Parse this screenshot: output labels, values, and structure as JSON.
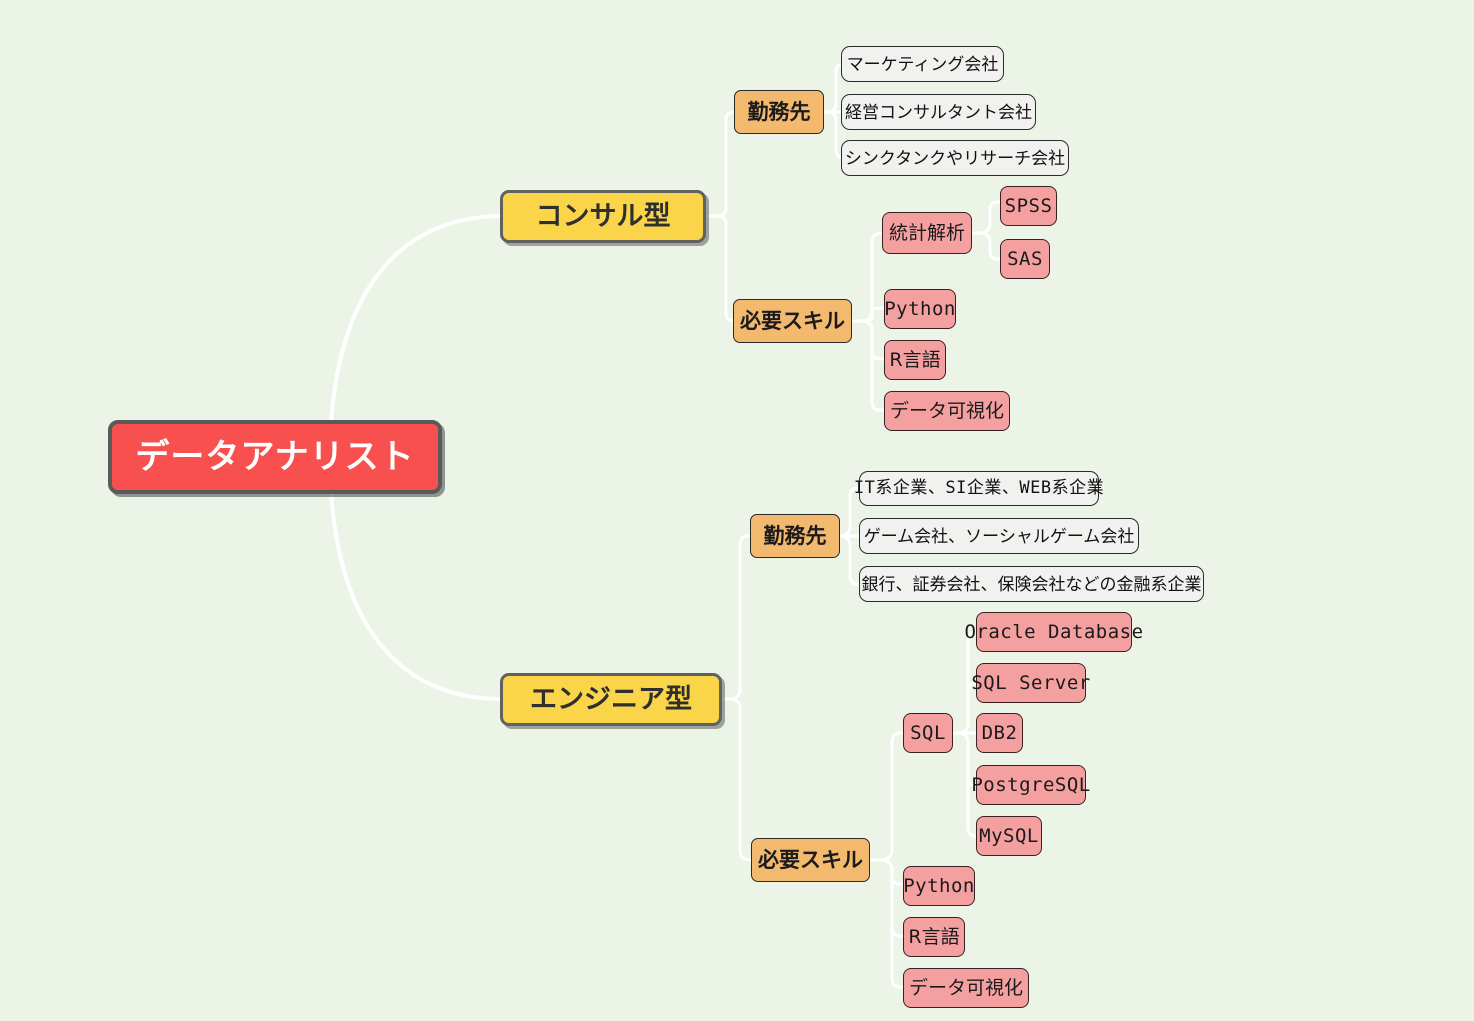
{
  "diagram": {
    "title": "データアナリスト",
    "background_color": "#ebf4e7",
    "root": {
      "label": "データアナリスト",
      "color": "#f8504e",
      "text_color": "#ffffff",
      "border_color": "#5a5a5a"
    },
    "connector_color": "#ffffff",
    "branches": [
      {
        "label": "コンサル型",
        "color": "#fad549",
        "categories": [
          {
            "label": "勤務先",
            "color": "#f3b96f",
            "items": [
              {
                "label": "マーケティング会社",
                "style": "plain"
              },
              {
                "label": "経営コンサルタント会社",
                "style": "plain"
              },
              {
                "label": "シンクタンクやリサーチ会社",
                "style": "plain"
              }
            ]
          },
          {
            "label": "必要スキル",
            "color": "#f3b96f",
            "items": [
              {
                "label": "統計解析",
                "style": "skill",
                "children": [
                  {
                    "label": "SPSS",
                    "style": "skill"
                  },
                  {
                    "label": "SAS",
                    "style": "skill"
                  }
                ]
              },
              {
                "label": "Python",
                "style": "skill"
              },
              {
                "label": "R言語",
                "style": "skill"
              },
              {
                "label": "データ可視化",
                "style": "skill"
              }
            ]
          }
        ]
      },
      {
        "label": "エンジニア型",
        "color": "#fad549",
        "categories": [
          {
            "label": "勤務先",
            "color": "#f3b96f",
            "items": [
              {
                "label": "IT系企業、SI企業、WEB系企業",
                "style": "plain"
              },
              {
                "label": "ゲーム会社、ソーシャルゲーム会社",
                "style": "plain"
              },
              {
                "label": "銀行、証券会社、保険会社などの金融系企業",
                "style": "plain"
              }
            ]
          },
          {
            "label": "必要スキル",
            "color": "#f3b96f",
            "items": [
              {
                "label": "SQL",
                "style": "skill",
                "children": [
                  {
                    "label": "Oracle Database",
                    "style": "skill"
                  },
                  {
                    "label": "SQL Server",
                    "style": "skill"
                  },
                  {
                    "label": "DB2",
                    "style": "skill"
                  },
                  {
                    "label": "PostgreSQL",
                    "style": "skill"
                  },
                  {
                    "label": "MySQL",
                    "style": "skill"
                  }
                ]
              },
              {
                "label": "Python",
                "style": "skill"
              },
              {
                "label": "R言語",
                "style": "skill"
              },
              {
                "label": "データ可視化",
                "style": "skill"
              }
            ]
          }
        ]
      }
    ]
  }
}
